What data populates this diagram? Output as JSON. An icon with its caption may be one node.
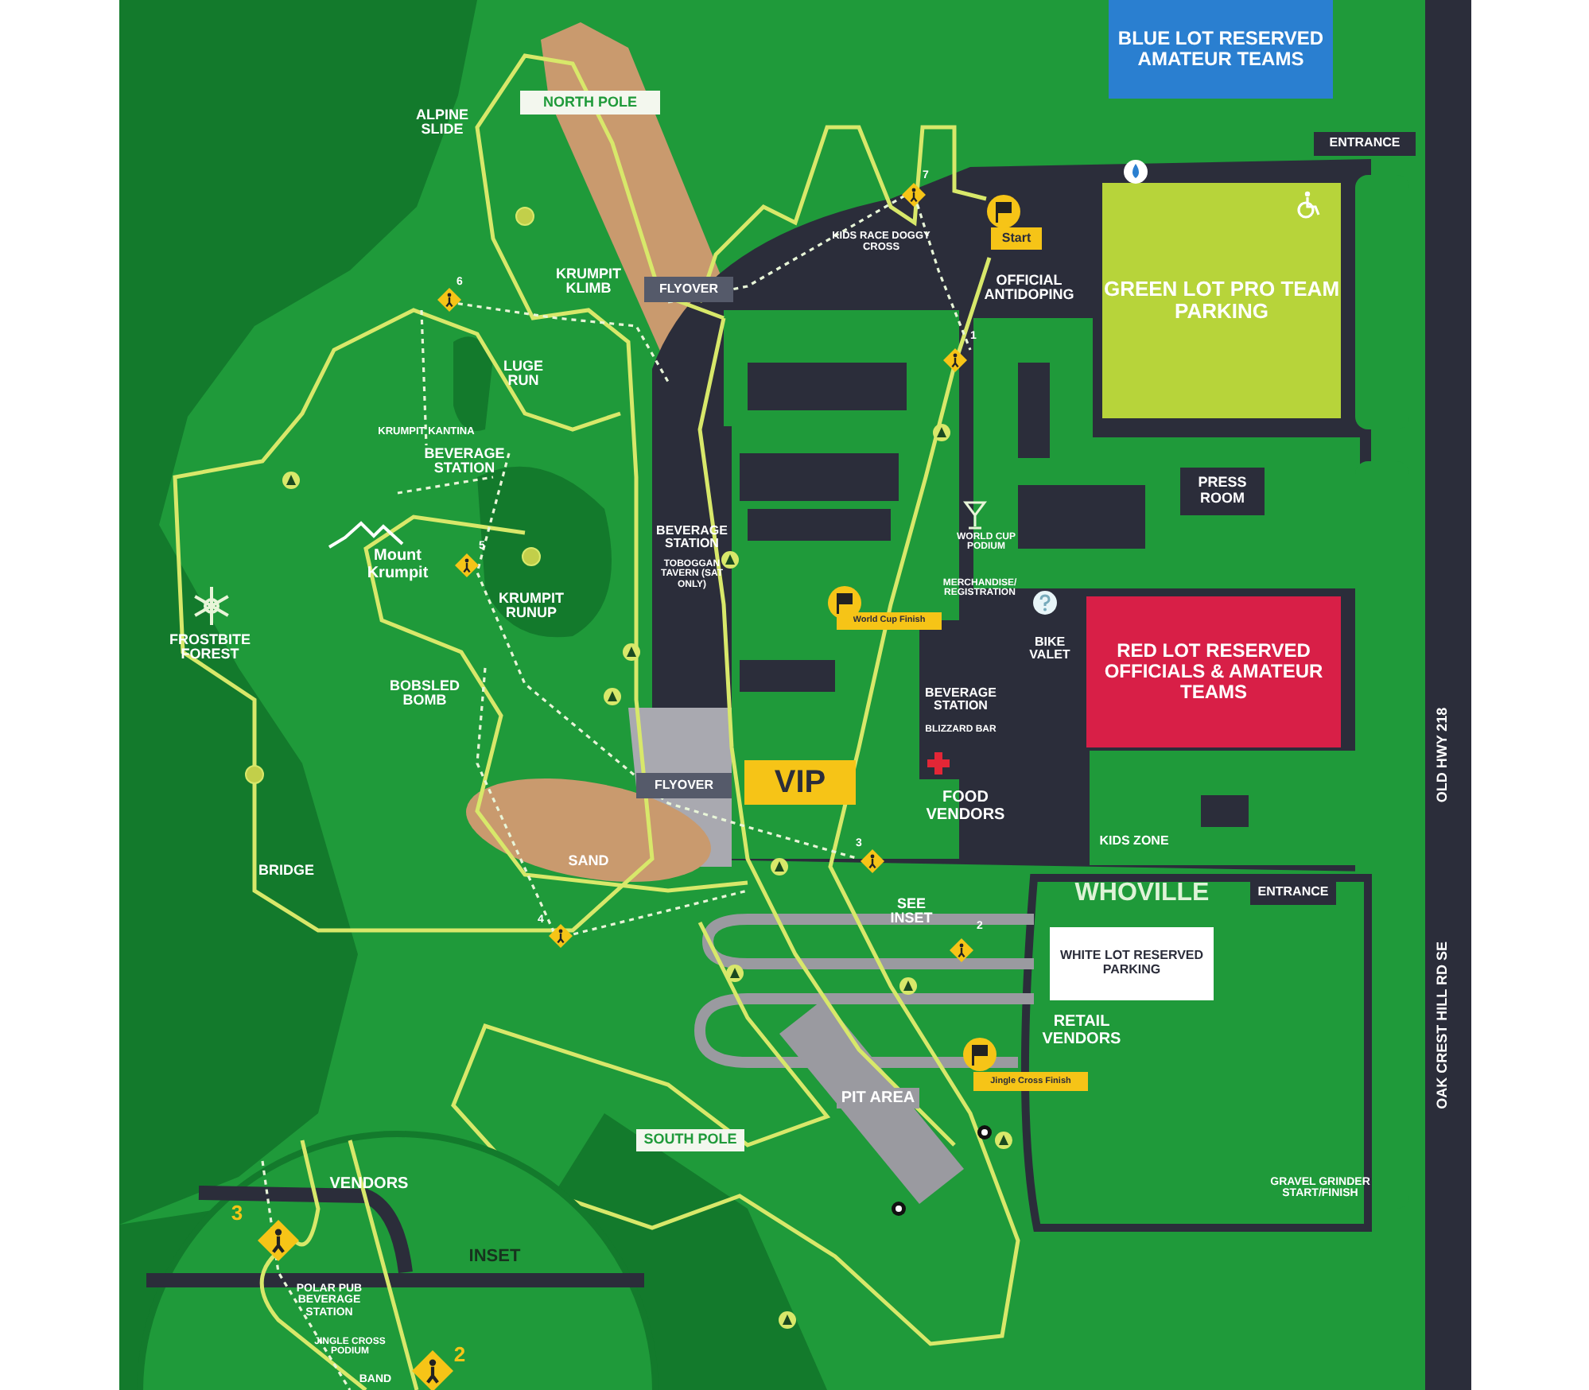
{
  "diagram": {
    "nodes": [
      {
        "text": [
          "BLUE LOT RESERVED AMATEUR TEAMS"
        ]
      },
      {
        "text": [
          "NORTH POLE"
        ]
      },
      {
        "text": [
          "ENTRANCE"
        ]
      },
      {
        "text": [
          "GREEN LOT PRO TEAM PARKING"
        ]
      },
      {
        "text": [
          "Start"
        ]
      },
      {
        "text": [
          "FLYOVER"
        ]
      },
      {
        "text": [
          "PRESS ROOM"
        ]
      },
      {
        "text": [
          "RED LOT RESERVED OFFICIALS & AMATEUR TEAMS"
        ]
      },
      {
        "text": [
          "World Cup Finish"
        ]
      },
      {
        "text": [
          "FLYOVER"
        ]
      },
      {
        "text": [
          "VIP"
        ]
      },
      {
        "text": [
          "ENTRANCE"
        ]
      },
      {
        "text": [
          "WHITE LOT RESERVED PARKING"
        ]
      },
      {
        "text": [
          "PIT AREA"
        ]
      },
      {
        "text": [
          "Jingle Cross Finish"
        ]
      },
      {
        "text": [
          "SOUTH POLE"
        ]
      }
    ],
    "edges": [],
    "labels": [
      "ALPINE SLIDE",
      "7",
      "KIDS RACE DOGGY CROSS",
      "KRUMPIT KLIMB",
      "6",
      "OFFICIAL ANTIDOPING",
      "1",
      "LUGE RUN",
      "KRUMPIT KANTINA",
      "BEVERAGE STATION",
      "BEVERAGE STATION",
      "TOBOGGAN TAVERN (SAT ONLY)",
      "Mount Krumpit",
      "5",
      "KRUMPIT RUNUP",
      "WORLD CUP PODIUM",
      "MERCHANDISE/ REGISTRATION",
      "FROSTBITE FOREST",
      "BIKE VALET",
      "BEVERAGE STATION",
      "BLIZZARD BAR",
      "BOBSLED BOMB",
      "FOOD VENDORS",
      "SAND",
      "KIDS ZONE",
      "OAK CREST HILL RD SE",
      "OLD HWY 218",
      "BRIDGE",
      "3",
      "SEE INSET",
      "WHOVILLE",
      "4",
      "2",
      "RETAIL VENDORS",
      "GRAVEL GRINDER START/FINISH",
      "3",
      "VENDORS",
      "INSET",
      "POLAR PUB BEVERAGE STATION",
      "JINGLE CROSS PODIUM",
      "BAND",
      "2"
    ]
  }
}
